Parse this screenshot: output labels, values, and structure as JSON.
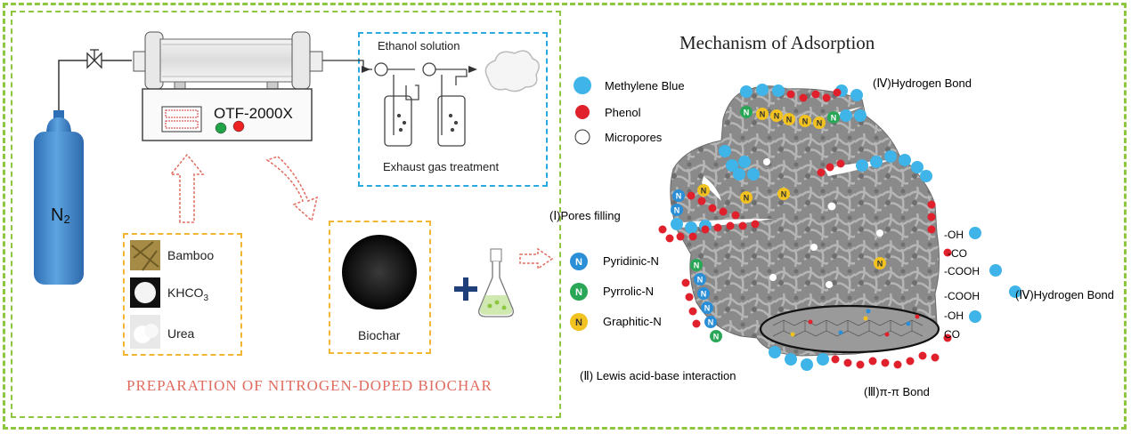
{
  "titles": {
    "mechanism": "Mechanism of Adsorption",
    "preparation": "PREPARATION OF NITROGEN-DOPED BIOCHAR"
  },
  "apparatus": {
    "gas": "N",
    "gas_sub": "2",
    "furnace": "OTF-2000X",
    "ethanol": "Ethanol solution",
    "exhaust": "Exhaust gas treatment"
  },
  "materials": [
    {
      "label": "Bamboo"
    },
    {
      "label": "KHCO",
      "sub": "3"
    },
    {
      "label": "Urea"
    }
  ],
  "product": "Biochar",
  "legend_adsorbates": [
    {
      "label": "Methylene Blue",
      "color": "#3eb4e8"
    },
    {
      "label": "Phenol",
      "color": "#e0202b"
    },
    {
      "label": "Micropores",
      "color": "#ffffff"
    }
  ],
  "legend_nitrogen": [
    {
      "symbol": "N",
      "label": "Pyridinic-N",
      "color": "#2a8fd6"
    },
    {
      "symbol": "N",
      "label": "Pyrrolic-N",
      "color": "#2aa657"
    },
    {
      "symbol": "N",
      "label": "Graphitic-N",
      "color": "#f2c221"
    }
  ],
  "mechanisms": {
    "pores": "(Ⅰ)Pores filling",
    "lewis": "(Ⅱ) Lewis acid-base interaction",
    "pipi": "(Ⅲ)π-π Bond",
    "hbond_top": "(Ⅳ)Hydrogen Bond",
    "hbond_right": "(Ⅳ)Hydrogen Bond"
  },
  "functional_groups": [
    "-OH",
    "-CO",
    "-COOH",
    "-COOH",
    "-OH",
    "CO"
  ]
}
